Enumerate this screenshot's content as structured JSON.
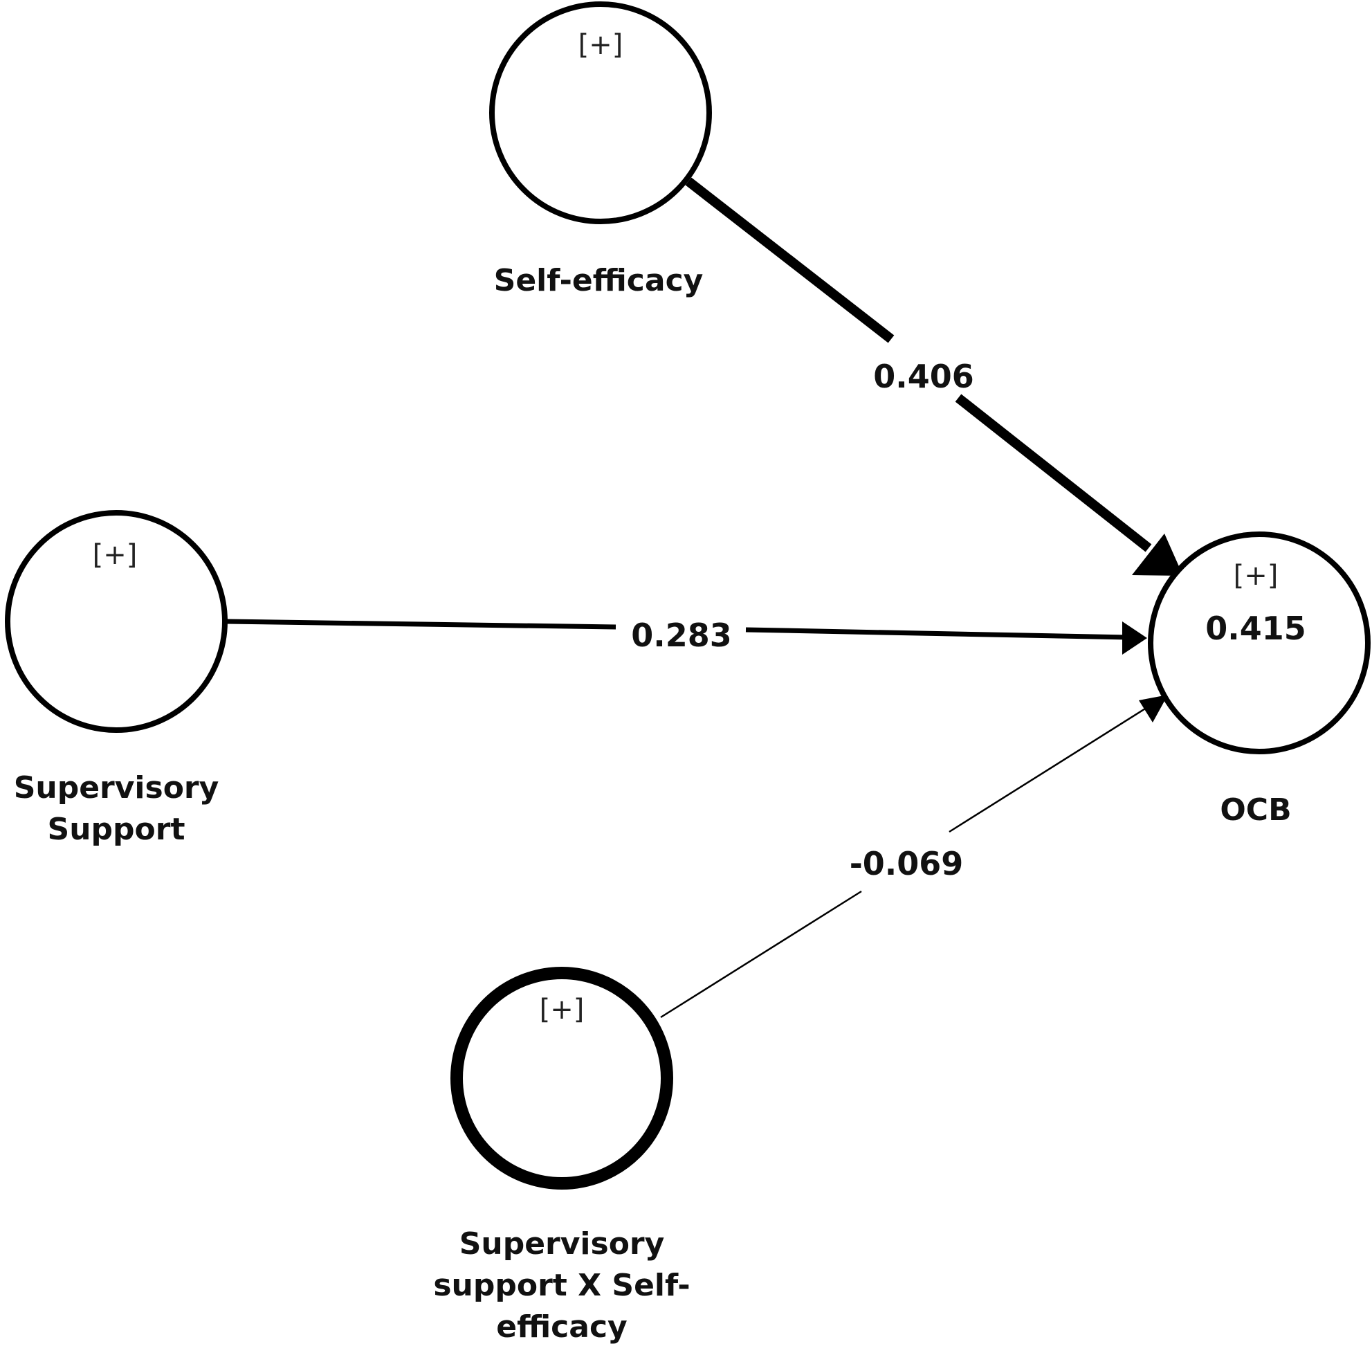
{
  "nodes": {
    "self_efficacy": {
      "name": "Self-efficacy",
      "expand": "[+]"
    },
    "supervisory_support": {
      "name_line1": "Supervisory",
      "name_line2": "Support",
      "expand": "[+]"
    },
    "interaction": {
      "name_line1": "Supervisory",
      "name_line2": "support X Self-",
      "name_line3": "efficacy",
      "expand": "[+]"
    },
    "ocb": {
      "name": "OCB",
      "expand": "[+]",
      "r_squared": "0.415"
    }
  },
  "paths": {
    "self_efficacy_to_ocb": "0.406",
    "supervisory_support_to_ocb": "0.283",
    "interaction_to_ocb": "-0.069"
  }
}
